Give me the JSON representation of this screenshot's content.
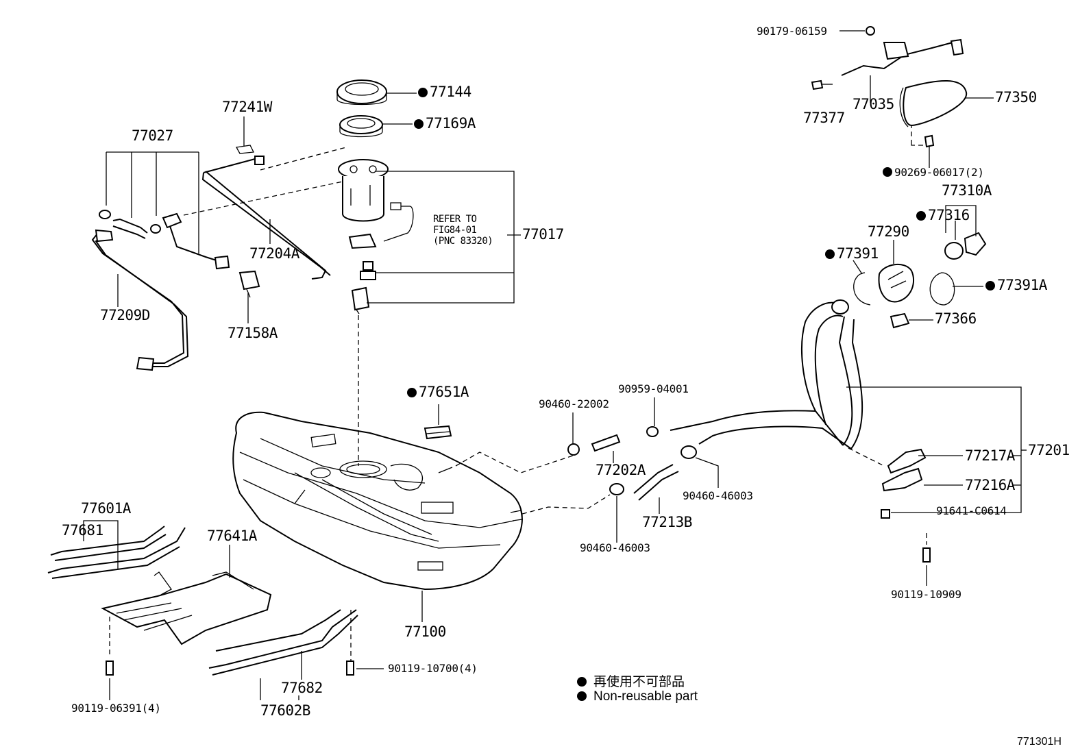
{
  "parts": {
    "p90179": "90179-06159",
    "p77377": "77377",
    "p77035": "77035",
    "p77350": "77350",
    "p90269": "90269-06017(2)",
    "p77310A": "77310A",
    "p77316": "77316",
    "p77290": "77290",
    "p77391": "77391",
    "p77391A": "77391A",
    "p77366": "77366",
    "p77144": "77144",
    "p77169A": "77169A",
    "p77017": "77017",
    "p77241W": "77241W",
    "p77027": "77027",
    "p77204A": "77204A",
    "p77209D": "77209D",
    "p77158A": "77158A",
    "p77651A": "77651A",
    "p90460_22002": "90460-22002",
    "p90959": "90959-04001",
    "p77202A": "77202A",
    "p90460_46003a": "90460-46003",
    "p77213B": "77213B",
    "p90460_46003b": "90460-46003",
    "p77217A": "77217A",
    "p77201": "77201",
    "p77216A": "77216A",
    "p91641": "91641-C0614",
    "p90119_10909": "90119-10909",
    "p77601A": "77601A",
    "p77681": "77681",
    "p77641A": "77641A",
    "p77100": "77100",
    "p77682": "77682",
    "p77602B": "77602B",
    "p90119_10700": "90119-10700(4)",
    "p90119_06391": "90119-06391(4)"
  },
  "refer": {
    "line1": "REFER TO",
    "line2": "FIG84-01",
    "line3": "(PNC 83320)"
  },
  "legend": {
    "jp": "再使用不可部品",
    "en": "Non-reusable part"
  },
  "figure_id": "771301H"
}
